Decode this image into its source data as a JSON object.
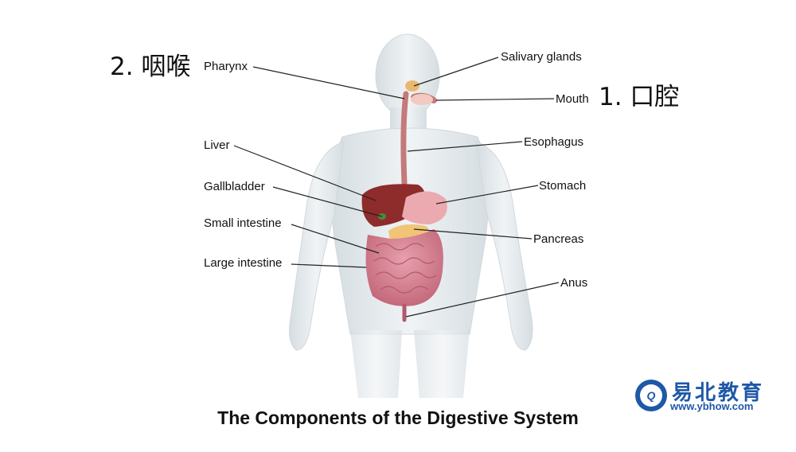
{
  "title": "The Components of the Digestive System",
  "chinese_labels": {
    "pharynx": "2. 咽喉",
    "mouth": "1. 口腔"
  },
  "labels": {
    "pharynx": "Pharynx",
    "salivary_glands": "Salivary glands",
    "mouth": "Mouth",
    "esophagus": "Esophagus",
    "liver": "Liver",
    "gallbladder": "Gallbladder",
    "stomach": "Stomach",
    "small_intestine": "Small intestine",
    "pancreas": "Pancreas",
    "large_intestine": "Large intestine",
    "anus": "Anus"
  },
  "logo": {
    "name": "易北教育",
    "url": "www.ybhow.com"
  },
  "colors": {
    "body": "#dfe6ea",
    "liver": "#8e2b2b",
    "stomach": "#e8a4a8",
    "intestine": "#d98595",
    "pancreas": "#f0c070",
    "esophagus": "#c98080",
    "logo": "#1e58a8"
  }
}
